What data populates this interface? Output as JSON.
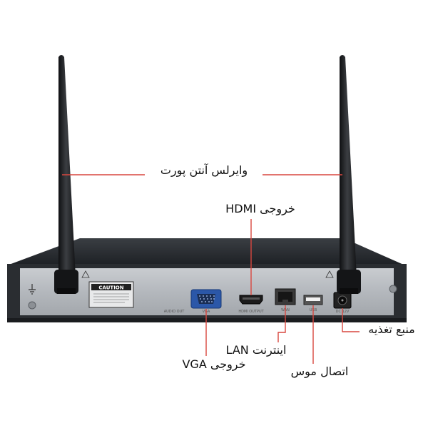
{
  "labels": {
    "antenna": "وایرلس آنتن پورت",
    "hdmi": "خروجی HDMI",
    "lan": "اینترنت LAN",
    "mouse": "اتصال موس",
    "power": "منبع تغذیه",
    "vga": "خروجی VGA"
  },
  "panel": {
    "caution": "CAUTION",
    "audio_out": "AUDIO OUT",
    "vga": "VGA",
    "hdmi": "HDMI OUTPUT",
    "wan": "WAN",
    "usb": "USB",
    "dc": "DC 12V"
  },
  "colors": {
    "leader_line": "#d9473f",
    "body": "#2a2d31",
    "face_plate": "#b9bdc2"
  }
}
